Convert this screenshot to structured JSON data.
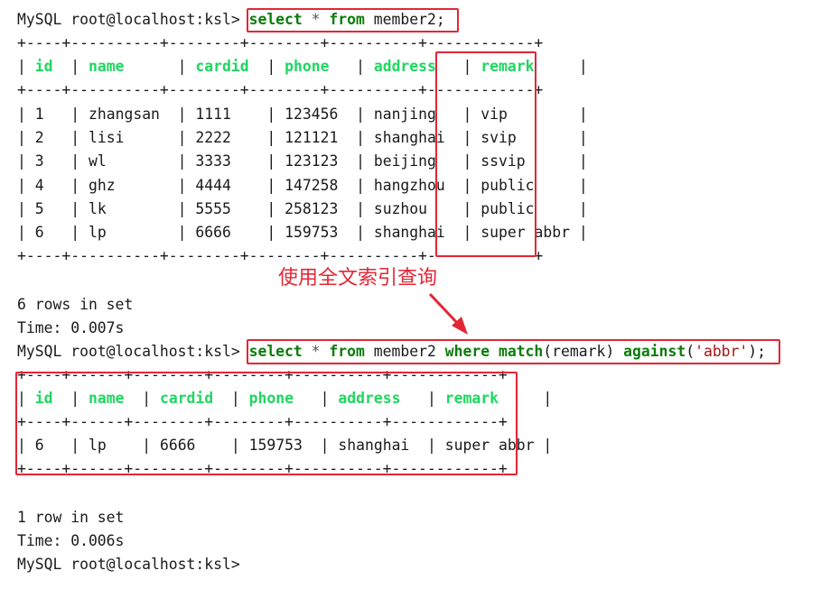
{
  "prompt": "MySQL root@localhost:ksl>",
  "query1": {
    "kw1": "select",
    "star": "*",
    "kw2": "from",
    "table": "member2;"
  },
  "table1": {
    "border": "+----+----------+--------+--------+----------+------------+",
    "headers": [
      "id",
      "name",
      "cardid",
      "phone",
      "address",
      "remark"
    ],
    "rows": [
      [
        "1",
        "zhangsan",
        "1111",
        "123456",
        "nanjing",
        "vip"
      ],
      [
        "2",
        "lisi",
        "2222",
        "121121",
        "shanghai",
        "svip"
      ],
      [
        "3",
        "wl",
        "3333",
        "123123",
        "beijing",
        "ssvip"
      ],
      [
        "4",
        "ghz",
        "4444",
        "147258",
        "hangzhou",
        "public"
      ],
      [
        "5",
        "lk",
        "5555",
        "258123",
        "suzhou",
        "public"
      ],
      [
        "6",
        "lp",
        "6666",
        "159753",
        "shanghai",
        "super abbr"
      ]
    ]
  },
  "annotation": "使用全文索引查询",
  "result1": {
    "rows_text": "6 rows in set",
    "time_text": "Time: 0.007s"
  },
  "query2": {
    "kw1": "select",
    "star": "*",
    "kw2": "from",
    "table": "member2",
    "kw3": "where",
    "kw4": "match",
    "arg": "(remark)",
    "kw5": "against",
    "paren_open": "(",
    "str": "'abbr'",
    "paren_close": ");"
  },
  "table2": {
    "border": "+----+------+--------+--------+----------+------------+",
    "headers": [
      "id",
      "name",
      "cardid",
      "phone",
      "address",
      "remark"
    ],
    "rows": [
      [
        "6",
        "lp",
        "6666",
        "159753",
        "shanghai",
        "super abbr"
      ]
    ]
  },
  "result2": {
    "rows_text": "1 row in set",
    "time_text": "Time: 0.006s"
  },
  "colors": {
    "keyword": "#0a7d0a",
    "header": "#1ed760",
    "highlight": "#e32636",
    "string": "#a31515"
  }
}
